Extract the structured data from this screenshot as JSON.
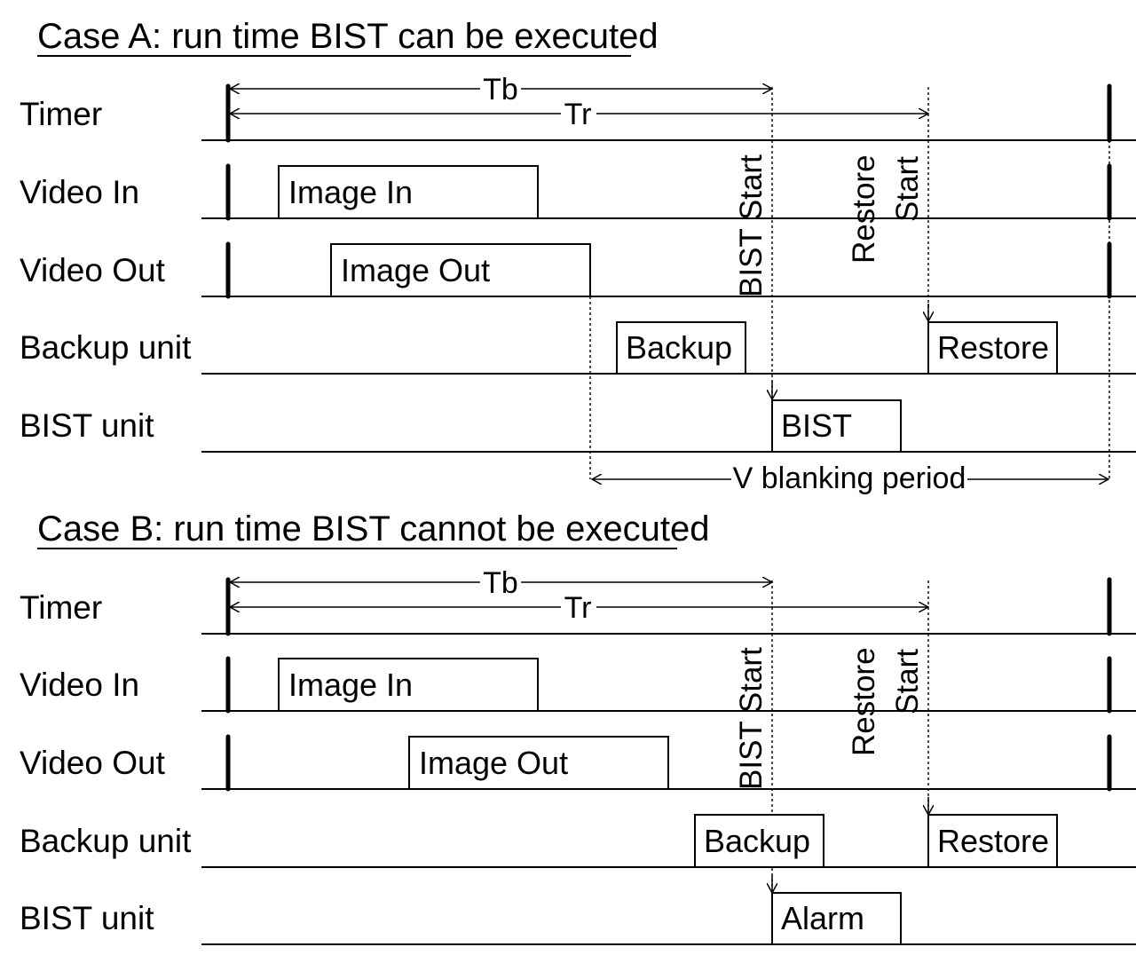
{
  "case_a": {
    "heading": "Case A: run time BIST can be executed",
    "rows": [
      "Timer",
      "Video In",
      "Video Out",
      "Backup unit",
      "BIST unit"
    ],
    "timer_arrows": [
      "Tb",
      "Tr"
    ],
    "boxes": {
      "video_in": "Image In",
      "video_out": "Image Out",
      "backup": "Backup",
      "restore": "Restore",
      "bist": "BIST"
    },
    "markers": {
      "bist_start": "BIST Start",
      "restore_start_line1": "Restore",
      "restore_start_line2": "Start"
    },
    "blanking": "V blanking period"
  },
  "case_b": {
    "heading": "Case B: run time BIST cannot be executed",
    "rows": [
      "Timer",
      "Video In",
      "Video Out",
      "Backup unit",
      "BIST unit"
    ],
    "timer_arrows": [
      "Tb",
      "Tr"
    ],
    "boxes": {
      "video_in": "Image In",
      "video_out": "Image Out",
      "backup": "Backup",
      "restore": "Restore",
      "bist": "Alarm"
    },
    "markers": {
      "bist_start": "BIST Start",
      "restore_start_line1": "Restore",
      "restore_start_line2": "Start"
    }
  }
}
